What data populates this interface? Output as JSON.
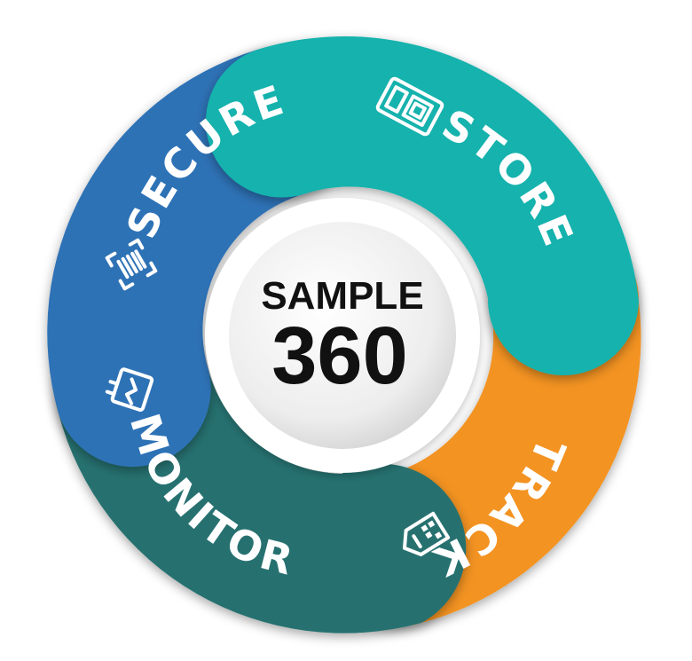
{
  "center": {
    "title": "SAMPLE",
    "number": "360"
  },
  "segments": [
    {
      "label": "SECURE",
      "color": "#2f72b6",
      "icon": "barcode-scan-icon"
    },
    {
      "label": "STORE",
      "color": "#13b2ad",
      "icon": "storage-device-icon"
    },
    {
      "label": "TRACK",
      "color": "#f39321",
      "icon": "tracking-tag-icon"
    },
    {
      "label": "MONITOR",
      "color": "#25716f",
      "icon": "monitor-device-icon"
    }
  ]
}
